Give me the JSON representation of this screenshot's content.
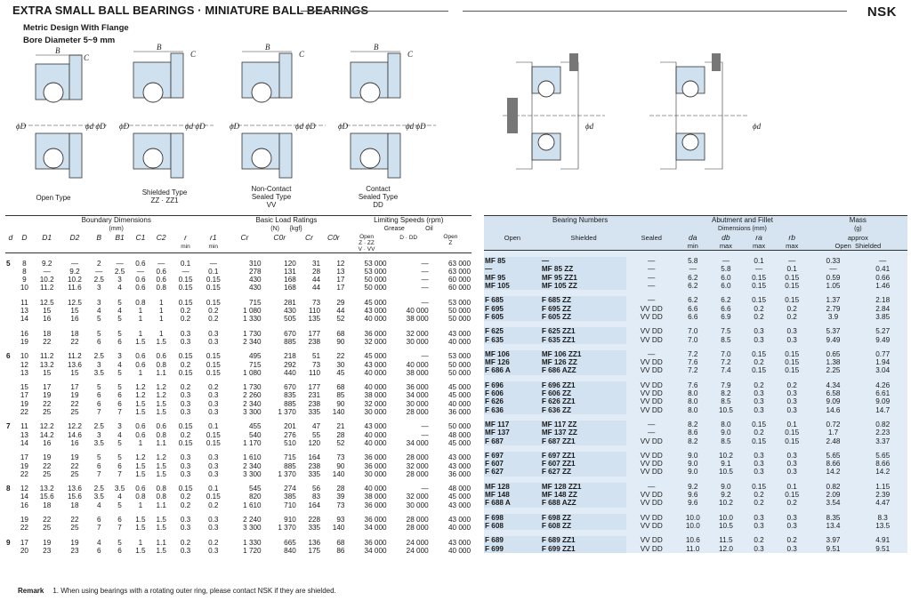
{
  "header": {
    "title": "EXTRA SMALL BALL BEARINGS · MINIATURE BALL BEARINGS",
    "brand": "NSK",
    "subtitle1": "Metric Design With Flange",
    "subtitle2": "Bore Diameter   5~9 mm"
  },
  "captions": {
    "open": "Open Type",
    "shielded": "Shielded Type",
    "shielded2": "ZZ · ZZ1",
    "noncontact": "Non-Contact",
    "noncontact2": "Sealed Type",
    "noncontact3": "VV",
    "contact": "Contact",
    "contact2": "Sealed Type",
    "contact3": "DD"
  },
  "left_head": {
    "boundary": "Boundary Dimensions",
    "boundary_unit": "(mm)",
    "load": "Basic Load Ratings",
    "load_unit1": "(N)",
    "load_unit2": "{kgf}",
    "speed": "Limiting Speeds (rpm)",
    "grease": "Grease",
    "oil": "Oil",
    "open_lbl": "Open",
    "zzvv_lbl": "Z · ZZ",
    "vvv_lbl": "V · VV",
    "ddd_lbl": "D · DD",
    "open2_lbl": "Open",
    "z_lbl": "Z",
    "min": "min",
    "cols": [
      "d",
      "D",
      "D1",
      "D2",
      "B",
      "B1",
      "C1",
      "C2",
      "r",
      "r1",
      "Cr",
      "C0r",
      "Cr",
      "C0r"
    ]
  },
  "right_head": {
    "bn": "Bearing Numbers",
    "open": "Open",
    "shielded": "Shielded",
    "sealed": "Sealed",
    "abut": "Abutment and Fillet",
    "abut2": "Dimensions (mm)",
    "mass": "Mass",
    "mass_unit": "(g)",
    "approx": "approx",
    "mass_open": "Open",
    "mass_shield": "Shielded",
    "min": "min",
    "max": "max",
    "cols": [
      "da",
      "db",
      "ra",
      "rb"
    ]
  },
  "rows": [
    {
      "g": 1,
      "d": "5",
      "D": "8",
      "D1": "9.2",
      "D2": "—",
      "B": "2",
      "B1": "—",
      "C1": "0.6",
      "C2": "—",
      "r": "0.1",
      "r1": "—",
      "Cr": "310",
      "C0r": "120",
      "Ck": "31",
      "C0k": "12",
      "sg1": "53 000",
      "sg2": "—",
      "so": "63 000",
      "o": "MF  85",
      "s": "—",
      "se": "—",
      "da": "5.8",
      "db": "—",
      "ra": "0.1",
      "rb": "—",
      "mo": "0.33",
      "ms": "—"
    },
    {
      "d": "",
      "D": "8",
      "D1": "—",
      "D2": "9.2",
      "B": "—",
      "B1": "2.5",
      "C1": "—",
      "C2": "0.6",
      "r": "—",
      "r1": "0.1",
      "Cr": "278",
      "C0r": "131",
      "Ck": "28",
      "C0k": "13",
      "sg1": "53 000",
      "sg2": "—",
      "so": "63 000",
      "o": "—",
      "s": "MF  85 ZZ",
      "se": "—",
      "da": "—",
      "db": "5.8",
      "ra": "—",
      "rb": "0.1",
      "mo": "—",
      "ms": "0.41"
    },
    {
      "d": "",
      "D": "9",
      "D1": "10.2",
      "D2": "10.2",
      "B": "2.5",
      "B1": "3",
      "C1": "0.6",
      "C2": "0.6",
      "r": "0.15",
      "r1": "0.15",
      "Cr": "430",
      "C0r": "168",
      "Ck": "44",
      "C0k": "17",
      "sg1": "50 000",
      "sg2": "—",
      "so": "60 000",
      "o": "MF  95",
      "s": "MF  95 ZZ1",
      "se": "—",
      "da": "6.2",
      "db": "6.0",
      "ra": "0.15",
      "rb": "0.15",
      "mo": "0.59",
      "ms": "0.66"
    },
    {
      "d": "",
      "D": "10",
      "D1": "11.2",
      "D2": "11.6",
      "B": "3",
      "B1": "4",
      "C1": "0.6",
      "C2": "0.8",
      "r": "0.15",
      "r1": "0.15",
      "Cr": "430",
      "C0r": "168",
      "Ck": "44",
      "C0k": "17",
      "sg1": "50 000",
      "sg2": "—",
      "so": "60 000",
      "o": "MF 105",
      "s": "MF 105 ZZ",
      "se": "—",
      "da": "6.2",
      "db": "6.0",
      "ra": "0.15",
      "rb": "0.15",
      "mo": "1.05",
      "ms": "1.46"
    },
    {
      "g": 2,
      "d": "",
      "D": "11",
      "D1": "12.5",
      "D2": "12.5",
      "B": "3",
      "B1": "5",
      "C1": "0.8",
      "C2": "1",
      "r": "0.15",
      "r1": "0.15",
      "Cr": "715",
      "C0r": "281",
      "Ck": "73",
      "C0k": "29",
      "sg1": "45 000",
      "sg2": "—",
      "so": "53 000",
      "o": "F 685",
      "s": "F 685 ZZ",
      "se": "—",
      "da": "6.2",
      "db": "6.2",
      "ra": "0.15",
      "rb": "0.15",
      "mo": "1.37",
      "ms": "2.18"
    },
    {
      "d": "",
      "D": "13",
      "D1": "15",
      "D2": "15",
      "B": "4",
      "B1": "4",
      "C1": "1",
      "C2": "1",
      "r": "0.2",
      "r1": "0.2",
      "Cr": "1 080",
      "C0r": "430",
      "Ck": "110",
      "C0k": "44",
      "sg1": "43 000",
      "sg2": "40 000",
      "so": "50 000",
      "o": "F 695",
      "s": "F 695 ZZ",
      "se": "VV  DD",
      "da": "6.6",
      "db": "6.6",
      "ra": "0.2",
      "rb": "0.2",
      "mo": "2.79",
      "ms": "2.84"
    },
    {
      "d": "",
      "D": "14",
      "D1": "16",
      "D2": "16",
      "B": "5",
      "B1": "5",
      "C1": "1",
      "C2": "1",
      "r": "0.2",
      "r1": "0.2",
      "Cr": "1 330",
      "C0r": "505",
      "Ck": "135",
      "C0k": "52",
      "sg1": "40 000",
      "sg2": "38 000",
      "so": "50 000",
      "o": "F 605",
      "s": "F 605 ZZ",
      "se": "VV  DD",
      "da": "6.6",
      "db": "6.9",
      "ra": "0.2",
      "rb": "0.2",
      "mo": "3.9",
      "ms": "3.85"
    },
    {
      "g": 2,
      "d": "",
      "D": "16",
      "D1": "18",
      "D2": "18",
      "B": "5",
      "B1": "5",
      "C1": "1",
      "C2": "1",
      "r": "0.3",
      "r1": "0.3",
      "Cr": "1 730",
      "C0r": "670",
      "Ck": "177",
      "C0k": "68",
      "sg1": "36 000",
      "sg2": "32 000",
      "so": "43 000",
      "o": "F 625",
      "s": "F 625 ZZ1",
      "se": "VV  DD",
      "da": "7.0",
      "db": "7.5",
      "ra": "0.3",
      "rb": "0.3",
      "mo": "5.37",
      "ms": "5.27"
    },
    {
      "d": "",
      "D": "19",
      "D1": "22",
      "D2": "22",
      "B": "6",
      "B1": "6",
      "C1": "1.5",
      "C2": "1.5",
      "r": "0.3",
      "r1": "0.3",
      "Cr": "2 340",
      "C0r": "885",
      "Ck": "238",
      "C0k": "90",
      "sg1": "32 000",
      "sg2": "30 000",
      "so": "40 000",
      "o": "F 635",
      "s": "F 635 ZZ1",
      "se": "VV  DD",
      "da": "7.0",
      "db": "8.5",
      "ra": "0.3",
      "rb": "0.3",
      "mo": "9.49",
      "ms": "9.49"
    },
    {
      "g": 1,
      "d": "6",
      "D": "10",
      "D1": "11.2",
      "D2": "11.2",
      "B": "2.5",
      "B1": "3",
      "C1": "0.6",
      "C2": "0.6",
      "r": "0.15",
      "r1": "0.15",
      "Cr": "495",
      "C0r": "218",
      "Ck": "51",
      "C0k": "22",
      "sg1": "45 000",
      "sg2": "—",
      "so": "53 000",
      "o": "MF 106",
      "s": "MF 106 ZZ1",
      "se": "—",
      "da": "7.2",
      "db": "7.0",
      "ra": "0.15",
      "rb": "0.15",
      "mo": "0.65",
      "ms": "0.77"
    },
    {
      "d": "",
      "D": "12",
      "D1": "13.2",
      "D2": "13.6",
      "B": "3",
      "B1": "4",
      "C1": "0.6",
      "C2": "0.8",
      "r": "0.2",
      "r1": "0.15",
      "Cr": "715",
      "C0r": "292",
      "Ck": "73",
      "C0k": "30",
      "sg1": "43 000",
      "sg2": "40 000",
      "so": "50 000",
      "o": "MF 126",
      "s": "MF 126 ZZ",
      "se": "VV  DD",
      "da": "7.6",
      "db": "7.2",
      "ra": "0.2",
      "rb": "0.15",
      "mo": "1.38",
      "ms": "1.94"
    },
    {
      "d": "",
      "D": "13",
      "D1": "15",
      "D2": "15",
      "B": "3.5",
      "B1": "5",
      "C1": "1",
      "C2": "1.1",
      "r": "0.15",
      "r1": "0.15",
      "Cr": "1 080",
      "C0r": "440",
      "Ck": "110",
      "C0k": "45",
      "sg1": "40 000",
      "sg2": "38 000",
      "so": "50 000",
      "o": "F 686 A",
      "s": "F 686 AZZ",
      "se": "VV  DD",
      "da": "7.2",
      "db": "7.4",
      "ra": "0.15",
      "rb": "0.15",
      "mo": "2.25",
      "ms": "3.04"
    },
    {
      "g": 2,
      "d": "",
      "D": "15",
      "D1": "17",
      "D2": "17",
      "B": "5",
      "B1": "5",
      "C1": "1.2",
      "C2": "1.2",
      "r": "0.2",
      "r1": "0.2",
      "Cr": "1 730",
      "C0r": "670",
      "Ck": "177",
      "C0k": "68",
      "sg1": "40 000",
      "sg2": "36 000",
      "so": "45 000",
      "o": "F 696",
      "s": "F 696 ZZ1",
      "se": "VV  DD",
      "da": "7.6",
      "db": "7.9",
      "ra": "0.2",
      "rb": "0.2",
      "mo": "4.34",
      "ms": "4.26"
    },
    {
      "d": "",
      "D": "17",
      "D1": "19",
      "D2": "19",
      "B": "6",
      "B1": "6",
      "C1": "1.2",
      "C2": "1.2",
      "r": "0.3",
      "r1": "0.3",
      "Cr": "2 260",
      "C0r": "835",
      "Ck": "231",
      "C0k": "85",
      "sg1": "38 000",
      "sg2": "34 000",
      "so": "45 000",
      "o": "F 606",
      "s": "F 606 ZZ",
      "se": "VV  DD",
      "da": "8.0",
      "db": "8.2",
      "ra": "0.3",
      "rb": "0.3",
      "mo": "6.58",
      "ms": "6.61"
    },
    {
      "d": "",
      "D": "19",
      "D1": "22",
      "D2": "22",
      "B": "6",
      "B1": "6",
      "C1": "1.5",
      "C2": "1.5",
      "r": "0.3",
      "r1": "0.3",
      "Cr": "2 340",
      "C0r": "885",
      "Ck": "238",
      "C0k": "90",
      "sg1": "32 000",
      "sg2": "30 000",
      "so": "40 000",
      "o": "F 626",
      "s": "F 626 ZZ1",
      "se": "VV  DD",
      "da": "8.0",
      "db": "8.5",
      "ra": "0.3",
      "rb": "0.3",
      "mo": "9.09",
      "ms": "9.09"
    },
    {
      "d": "",
      "D": "22",
      "D1": "25",
      "D2": "25",
      "B": "7",
      "B1": "7",
      "C1": "1.5",
      "C2": "1.5",
      "r": "0.3",
      "r1": "0.3",
      "Cr": "3 300",
      "C0r": "1 370",
      "Ck": "335",
      "C0k": "140",
      "sg1": "30 000",
      "sg2": "28 000",
      "so": "36 000",
      "o": "F 636",
      "s": "F 636 ZZ",
      "se": "VV  DD",
      "da": "8.0",
      "db": "10.5",
      "ra": "0.3",
      "rb": "0.3",
      "mo": "14.6",
      "ms": "14.7"
    },
    {
      "g": 1,
      "d": "7",
      "D": "11",
      "D1": "12.2",
      "D2": "12.2",
      "B": "2.5",
      "B1": "3",
      "C1": "0.6",
      "C2": "0.6",
      "r": "0.15",
      "r1": "0.1",
      "Cr": "455",
      "C0r": "201",
      "Ck": "47",
      "C0k": "21",
      "sg1": "43 000",
      "sg2": "—",
      "so": "50 000",
      "o": "MF 117",
      "s": "MF 117 ZZ",
      "se": "—",
      "da": "8.2",
      "db": "8.0",
      "ra": "0.15",
      "rb": "0.1",
      "mo": "0.72",
      "ms": "0.82"
    },
    {
      "d": "",
      "D": "13",
      "D1": "14.2",
      "D2": "14.6",
      "B": "3",
      "B1": "4",
      "C1": "0.6",
      "C2": "0.8",
      "r": "0.2",
      "r1": "0.15",
      "Cr": "540",
      "C0r": "276",
      "Ck": "55",
      "C0k": "28",
      "sg1": "40 000",
      "sg2": "—",
      "so": "48 000",
      "o": "MF 137",
      "s": "MF 137 ZZ",
      "se": "—",
      "da": "8.6",
      "db": "9.0",
      "ra": "0.2",
      "rb": "0.15",
      "mo": "1.7",
      "ms": "2.23"
    },
    {
      "d": "",
      "D": "14",
      "D1": "16",
      "D2": "16",
      "B": "3.5",
      "B1": "5",
      "C1": "1",
      "C2": "1.1",
      "r": "0.15",
      "r1": "0.15",
      "Cr": "1 170",
      "C0r": "510",
      "Ck": "120",
      "C0k": "52",
      "sg1": "40 000",
      "sg2": "34 000",
      "so": "45 000",
      "o": "F 687",
      "s": "F 687 ZZ1",
      "se": "VV  DD",
      "da": "8.2",
      "db": "8.5",
      "ra": "0.15",
      "rb": "0.15",
      "mo": "2.48",
      "ms": "3.37"
    },
    {
      "g": 2,
      "d": "",
      "D": "17",
      "D1": "19",
      "D2": "19",
      "B": "5",
      "B1": "5",
      "C1": "1.2",
      "C2": "1.2",
      "r": "0.3",
      "r1": "0.3",
      "Cr": "1 610",
      "C0r": "715",
      "Ck": "164",
      "C0k": "73",
      "sg1": "36 000",
      "sg2": "28 000",
      "so": "43 000",
      "o": "F 697",
      "s": "F 697 ZZ1",
      "se": "VV  DD",
      "da": "9.0",
      "db": "10.2",
      "ra": "0.3",
      "rb": "0.3",
      "mo": "5.65",
      "ms": "5.65"
    },
    {
      "d": "",
      "D": "19",
      "D1": "22",
      "D2": "22",
      "B": "6",
      "B1": "6",
      "C1": "1.5",
      "C2": "1.5",
      "r": "0.3",
      "r1": "0.3",
      "Cr": "2 340",
      "C0r": "885",
      "Ck": "238",
      "C0k": "90",
      "sg1": "36 000",
      "sg2": "32 000",
      "so": "43 000",
      "o": "F 607",
      "s": "F 607 ZZ1",
      "se": "VV  DD",
      "da": "9.0",
      "db": "9.1",
      "ra": "0.3",
      "rb": "0.3",
      "mo": "8.66",
      "ms": "8.66"
    },
    {
      "d": "",
      "D": "22",
      "D1": "25",
      "D2": "25",
      "B": "7",
      "B1": "7",
      "C1": "1.5",
      "C2": "1.5",
      "r": "0.3",
      "r1": "0.3",
      "Cr": "3 300",
      "C0r": "1 370",
      "Ck": "335",
      "C0k": "140",
      "sg1": "30 000",
      "sg2": "28 000",
      "so": "36 000",
      "o": "F 627",
      "s": "F 627 ZZ",
      "se": "VV  DD",
      "da": "9.0",
      "db": "10.5",
      "ra": "0.3",
      "rb": "0.3",
      "mo": "14.2",
      "ms": "14.2"
    },
    {
      "g": 1,
      "d": "8",
      "D": "12",
      "D1": "13.2",
      "D2": "13.6",
      "B": "2.5",
      "B1": "3.5",
      "C1": "0.6",
      "C2": "0.8",
      "r": "0.15",
      "r1": "0.1",
      "Cr": "545",
      "C0r": "274",
      "Ck": "56",
      "C0k": "28",
      "sg1": "40 000",
      "sg2": "—",
      "so": "48 000",
      "o": "MF 128",
      "s": "MF 128 ZZ1",
      "se": "—",
      "da": "9.2",
      "db": "9.0",
      "ra": "0.15",
      "rb": "0.1",
      "mo": "0.82",
      "ms": "1.15"
    },
    {
      "d": "",
      "D": "14",
      "D1": "15.6",
      "D2": "15.6",
      "B": "3.5",
      "B1": "4",
      "C1": "0.8",
      "C2": "0.8",
      "r": "0.2",
      "r1": "0.15",
      "Cr": "820",
      "C0r": "385",
      "Ck": "83",
      "C0k": "39",
      "sg1": "38 000",
      "sg2": "32 000",
      "so": "45 000",
      "o": "MF 148",
      "s": "MF 148 ZZ",
      "se": "VV  DD",
      "da": "9.6",
      "db": "9.2",
      "ra": "0.2",
      "rb": "0.15",
      "mo": "2.09",
      "ms": "2.39"
    },
    {
      "d": "",
      "D": "16",
      "D1": "18",
      "D2": "18",
      "B": "4",
      "B1": "5",
      "C1": "1",
      "C2": "1.1",
      "r": "0.2",
      "r1": "0.2",
      "Cr": "1 610",
      "C0r": "710",
      "Ck": "164",
      "C0k": "73",
      "sg1": "36 000",
      "sg2": "30 000",
      "so": "43 000",
      "o": "F 688 A",
      "s": "F 688 AZZ",
      "se": "VV  DD",
      "da": "9.6",
      "db": "10.2",
      "ra": "0.2",
      "rb": "0.2",
      "mo": "3.54",
      "ms": "4.47"
    },
    {
      "g": 2,
      "d": "",
      "D": "19",
      "D1": "22",
      "D2": "22",
      "B": "6",
      "B1": "6",
      "C1": "1.5",
      "C2": "1.5",
      "r": "0.3",
      "r1": "0.3",
      "Cr": "2 240",
      "C0r": "910",
      "Ck": "228",
      "C0k": "93",
      "sg1": "36 000",
      "sg2": "28 000",
      "so": "43 000",
      "o": "F 698",
      "s": "F 698 ZZ",
      "se": "VV  DD",
      "da": "10.0",
      "db": "10.0",
      "ra": "0.3",
      "rb": "0.3",
      "mo": "8.35",
      "ms": "8.3"
    },
    {
      "d": "",
      "D": "22",
      "D1": "25",
      "D2": "25",
      "B": "7",
      "B1": "7",
      "C1": "1.5",
      "C2": "1.5",
      "r": "0.3",
      "r1": "0.3",
      "Cr": "3 300",
      "C0r": "1 370",
      "Ck": "335",
      "C0k": "140",
      "sg1": "34 000",
      "sg2": "28 000",
      "so": "40 000",
      "o": "F 608",
      "s": "F 608 ZZ",
      "se": "VV  DD",
      "da": "10.0",
      "db": "10.5",
      "ra": "0.3",
      "rb": "0.3",
      "mo": "13.4",
      "ms": "13.5"
    },
    {
      "g": 1,
      "d": "9",
      "D": "17",
      "D1": "19",
      "D2": "19",
      "B": "4",
      "B1": "5",
      "C1": "1",
      "C2": "1.1",
      "r": "0.2",
      "r1": "0.2",
      "Cr": "1 330",
      "C0r": "665",
      "Ck": "136",
      "C0k": "68",
      "sg1": "36 000",
      "sg2": "24 000",
      "so": "43 000",
      "o": "F 689",
      "s": "F 689 ZZ1",
      "se": "VV  DD",
      "da": "10.6",
      "db": "11.5",
      "ra": "0.2",
      "rb": "0.2",
      "mo": "3.97",
      "ms": "4.91"
    },
    {
      "d": "",
      "D": "20",
      "D1": "23",
      "D2": "23",
      "B": "6",
      "B1": "6",
      "C1": "1.5",
      "C2": "1.5",
      "r": "0.3",
      "r1": "0.3",
      "Cr": "1 720",
      "C0r": "840",
      "Ck": "175",
      "C0k": "86",
      "sg1": "34 000",
      "sg2": "24 000",
      "so": "40 000",
      "o": "F 699",
      "s": "F 699 ZZ1",
      "se": "VV  DD",
      "da": "11.0",
      "db": "12.0",
      "ra": "0.3",
      "rb": "0.3",
      "mo": "9.51",
      "ms": "9.51"
    }
  ],
  "remark": {
    "label": "Remark",
    "text": "1.  When using bearings with a rotating outer ring, please contact NSK if they are shielded."
  }
}
